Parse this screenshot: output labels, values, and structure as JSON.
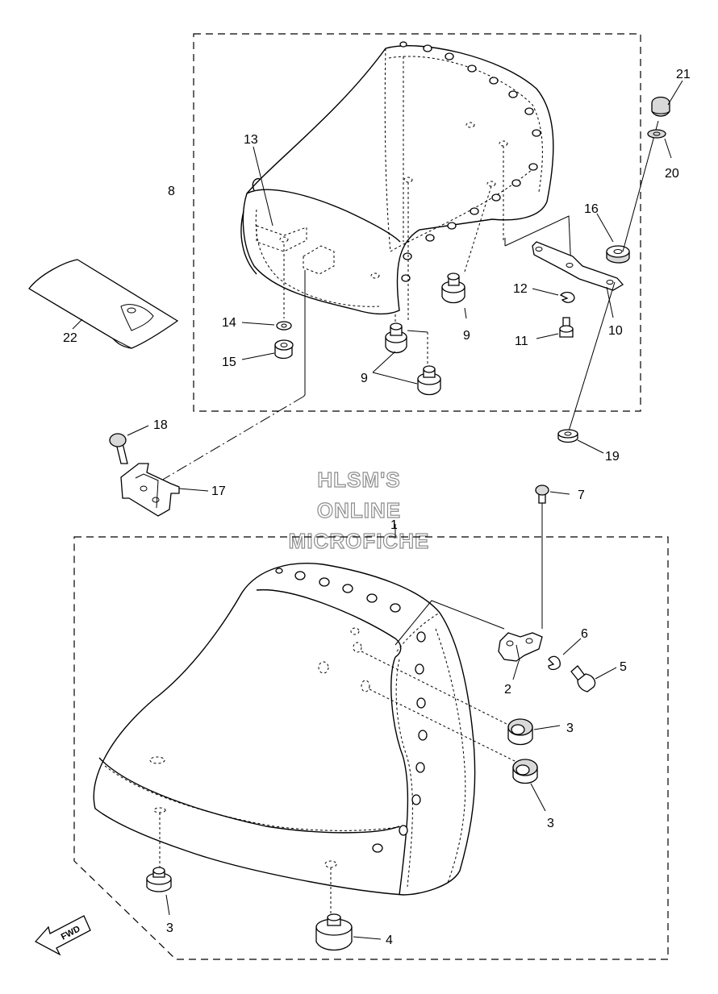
{
  "callouts": [
    {
      "id": "c1",
      "text": "1"
    },
    {
      "id": "c2",
      "text": "2"
    },
    {
      "id": "c3a",
      "text": "3"
    },
    {
      "id": "c3b",
      "text": "3"
    },
    {
      "id": "c3c",
      "text": "3"
    },
    {
      "id": "c4",
      "text": "4"
    },
    {
      "id": "c5",
      "text": "5"
    },
    {
      "id": "c6",
      "text": "6"
    },
    {
      "id": "c7",
      "text": "7"
    },
    {
      "id": "c8",
      "text": "8"
    },
    {
      "id": "c9a",
      "text": "9"
    },
    {
      "id": "c9b",
      "text": "9"
    },
    {
      "id": "c10",
      "text": "10"
    },
    {
      "id": "c11",
      "text": "11"
    },
    {
      "id": "c12",
      "text": "12"
    },
    {
      "id": "c13",
      "text": "13"
    },
    {
      "id": "c14",
      "text": "14"
    },
    {
      "id": "c15",
      "text": "15"
    },
    {
      "id": "c16",
      "text": "16"
    },
    {
      "id": "c17",
      "text": "17"
    },
    {
      "id": "c18",
      "text": "18"
    },
    {
      "id": "c19",
      "text": "19"
    },
    {
      "id": "c20",
      "text": "20"
    },
    {
      "id": "c21",
      "text": "21"
    },
    {
      "id": "c22",
      "text": "22"
    }
  ],
  "watermark": {
    "line1": "HLSM'S",
    "line2": "ONLINE",
    "line3": "MICROFICHE"
  },
  "direction_arrow": {
    "label": "FWD"
  },
  "colors": {
    "ink": "#000000",
    "watermark_outline": "#8c8c8c",
    "background": "#ffffff"
  }
}
